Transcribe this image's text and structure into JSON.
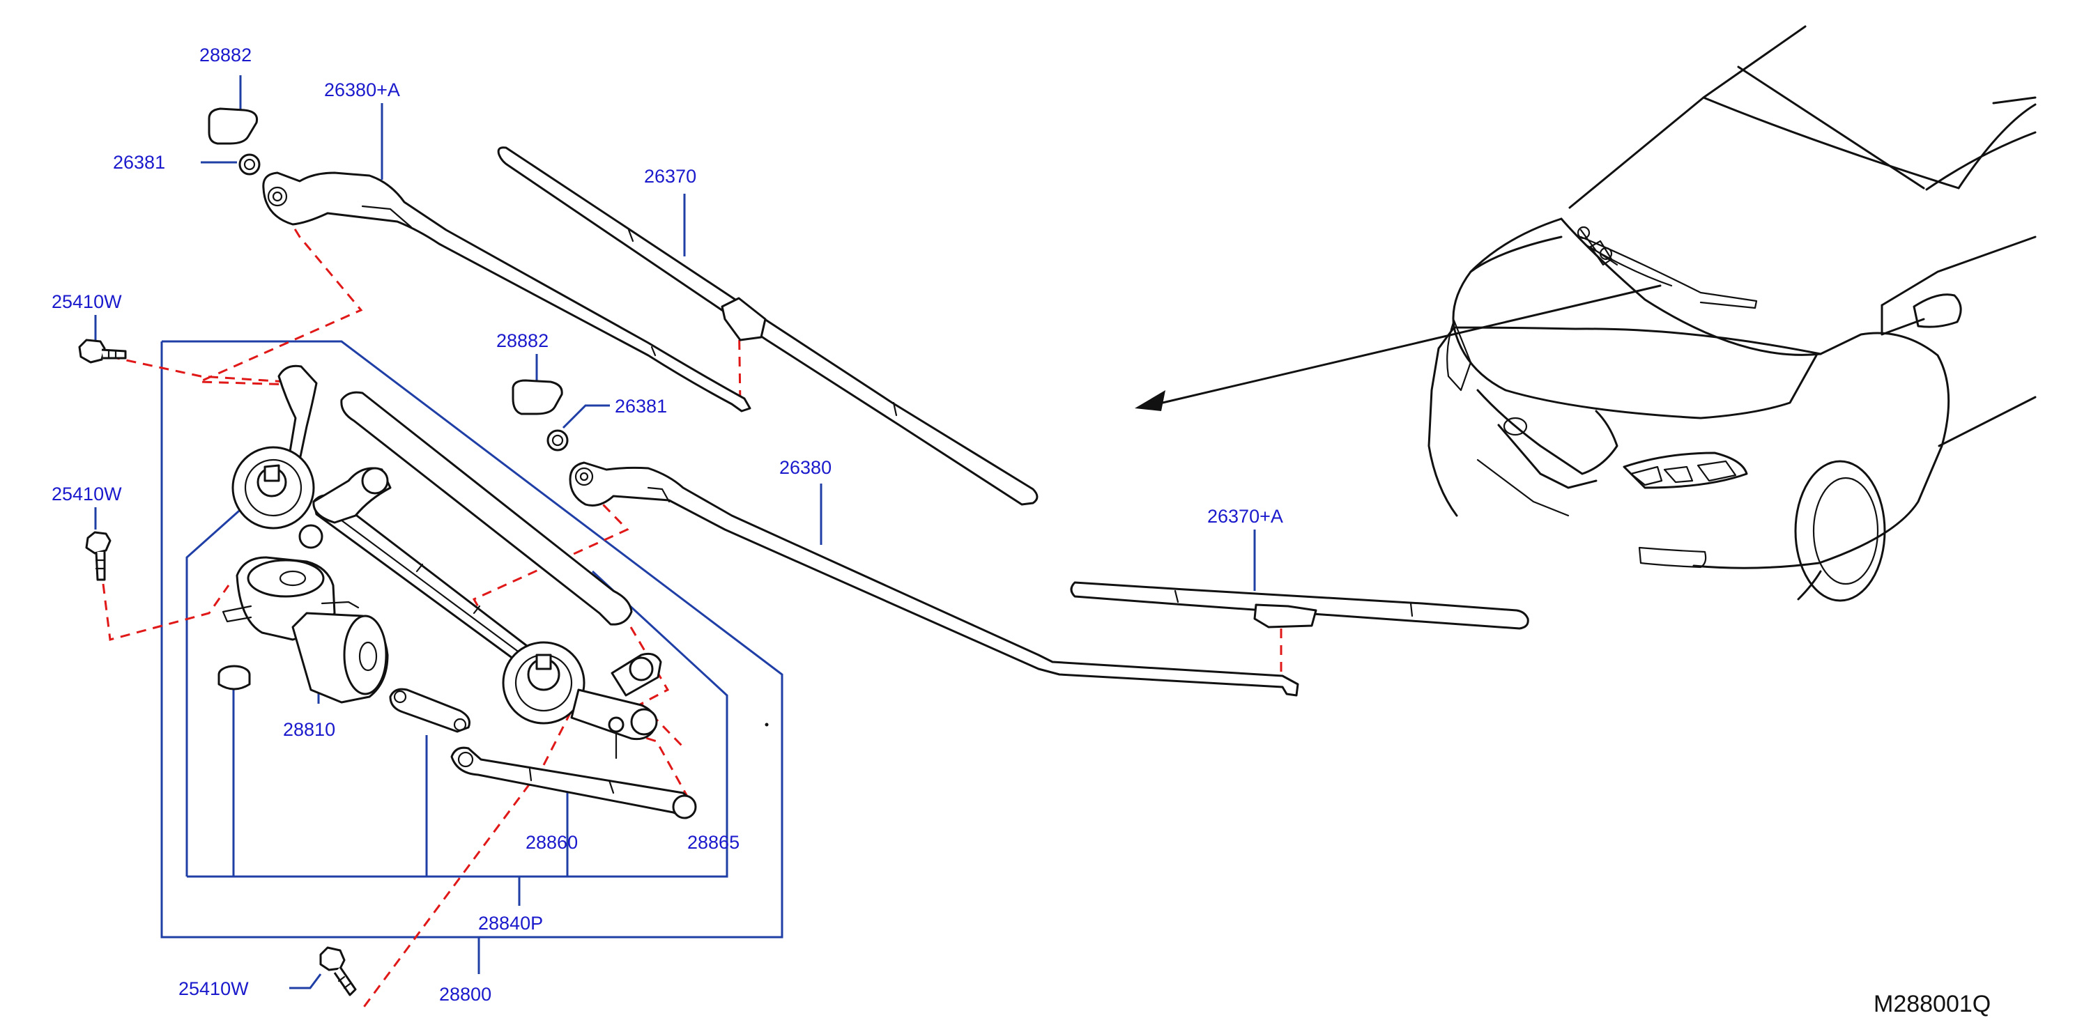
{
  "diagram_code": "M288001Q",
  "callouts": {
    "cap_top": "28882",
    "arm_left": "26380+A",
    "washer_top": "26381",
    "blade_left": "26370",
    "bolt_top": "25410W",
    "cap_mid": "28882",
    "washer_mid": "26381",
    "arm_right": "26380",
    "blade_right": "26370+A",
    "bolt_mid": "25410W",
    "motor": "28810",
    "link_rod": "28860",
    "link_bush": "28865",
    "linkage_assy": "28840P",
    "bolt_bottom": "25410W",
    "drive_assy": "28800"
  }
}
